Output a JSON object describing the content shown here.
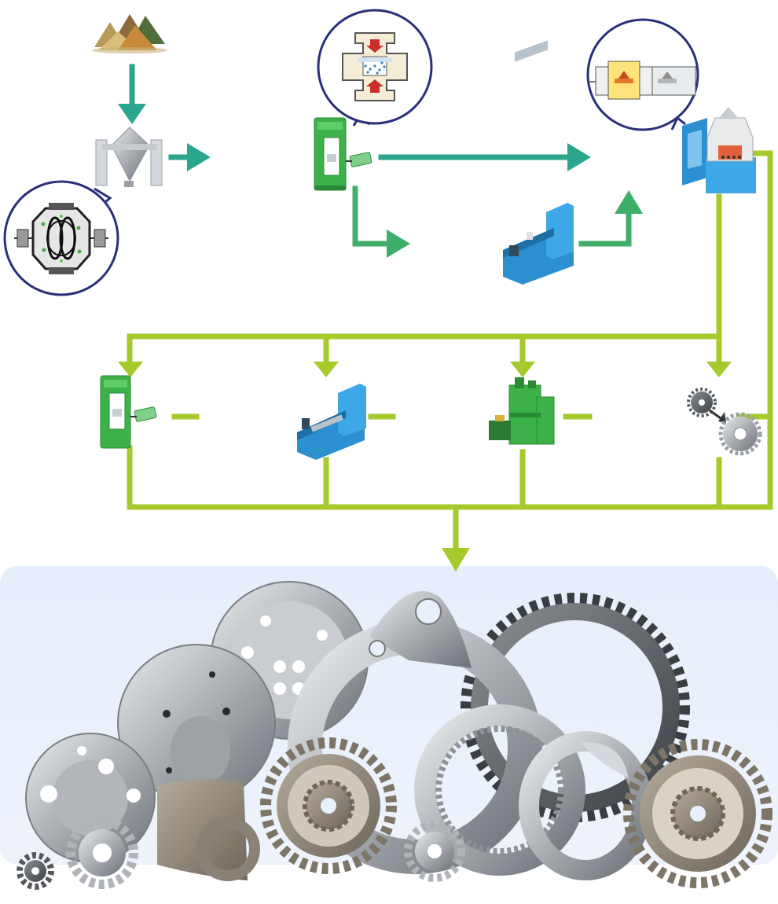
{
  "diagram": {
    "type": "powder-metallurgy-process-flow",
    "labels": [],
    "colors": {
      "flow_teal": "#2aa58e",
      "flow_green": "#3fae6a",
      "flow_lime": "#a6c92b",
      "machine_green": "#3cb14a",
      "machine_blue": "#2b8fd0",
      "callout_stroke": "#2a2f7a",
      "product_panel": "#e8f0fb"
    },
    "stages": [
      {
        "id": "powder",
        "icon": "powder-piles-icon"
      },
      {
        "id": "mixer",
        "icon": "double-cone-mixer-icon",
        "callout_icon": "mixing-blades-icon"
      },
      {
        "id": "compaction",
        "icon": "compaction-press-icon",
        "callout_icon": "die-compaction-icon"
      },
      {
        "id": "machining",
        "icon": "lathe-machine-icon"
      },
      {
        "id": "sintering",
        "icon": "sintering-furnace-icon",
        "callout_icon": "furnace-heating-icon"
      }
    ],
    "secondary_operations": [
      {
        "id": "re-press",
        "icon": "press-machine-icon"
      },
      {
        "id": "machining",
        "icon": "lathe-machine-icon"
      },
      {
        "id": "heat-treatment",
        "icon": "heat-treat-machine-icon"
      },
      {
        "id": "finishing",
        "icon": "gear-transform-icon"
      }
    ],
    "result": {
      "id": "products",
      "icon": "sintered-parts-collection"
    }
  }
}
